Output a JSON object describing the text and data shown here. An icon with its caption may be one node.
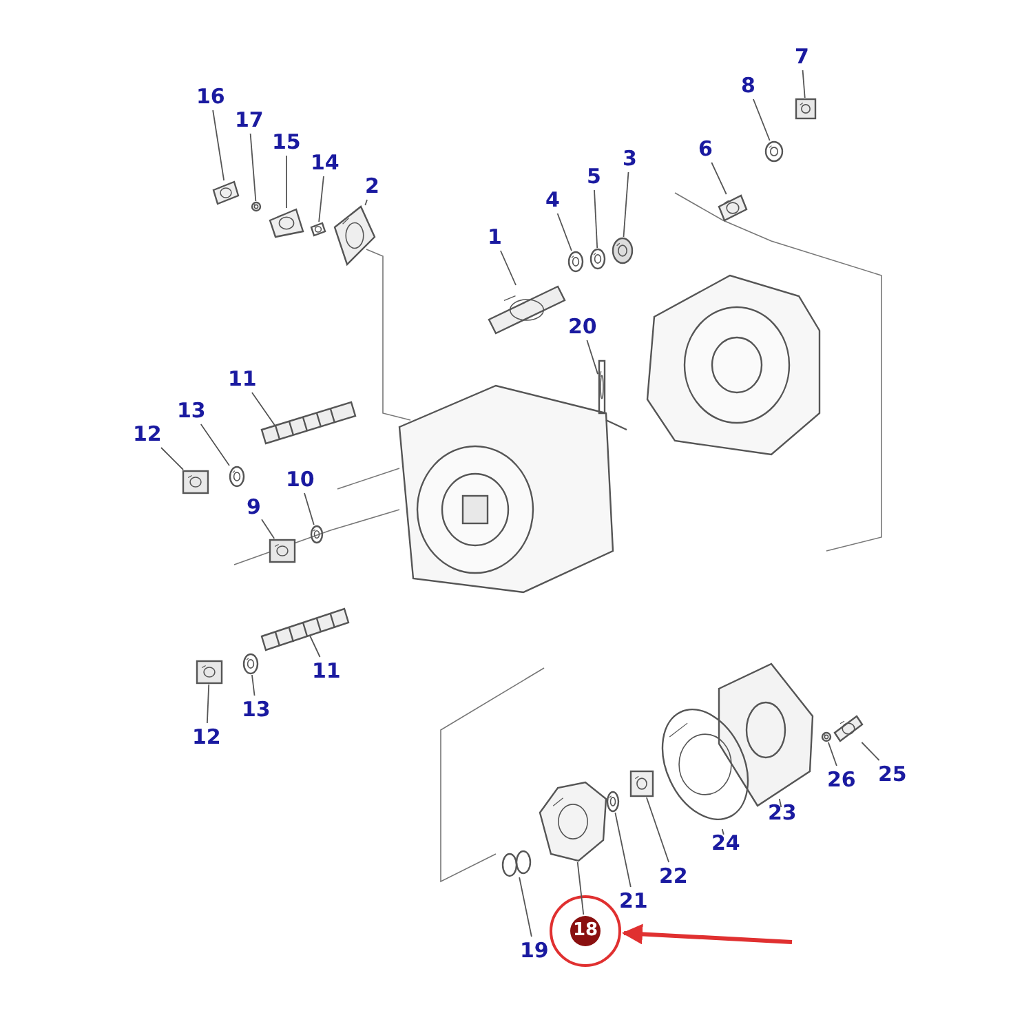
{
  "diagram": {
    "nodes": [
      {
        "text": [
          "7"
        ]
      },
      {
        "text": [
          "8"
        ]
      },
      {
        "text": [
          "16"
        ]
      },
      {
        "text": [
          "17"
        ]
      },
      {
        "text": [
          "15"
        ]
      },
      {
        "text": [
          "6"
        ]
      },
      {
        "text": [
          "3"
        ]
      },
      {
        "text": [
          "14"
        ]
      },
      {
        "text": [
          "5"
        ]
      },
      {
        "text": [
          "2"
        ]
      },
      {
        "text": [
          "4"
        ]
      },
      {
        "text": [
          "1"
        ]
      },
      {
        "text": [
          "20"
        ]
      },
      {
        "text": [
          "11"
        ]
      },
      {
        "text": [
          "13"
        ]
      },
      {
        "text": [
          "12"
        ]
      },
      {
        "text": [
          "10"
        ]
      },
      {
        "text": [
          "9"
        ]
      },
      {
        "text": [
          "11"
        ]
      },
      {
        "text": [
          "13"
        ]
      },
      {
        "text": [
          "12"
        ]
      },
      {
        "text": [
          "25"
        ]
      },
      {
        "text": [
          "26"
        ]
      },
      {
        "text": [
          "23"
        ]
      },
      {
        "text": [
          "24"
        ]
      },
      {
        "text": [
          "22"
        ]
      },
      {
        "text": [
          "21"
        ]
      },
      {
        "text": [
          "18"
        ]
      },
      {
        "text": [
          "19"
        ]
      },
      {
        "text": [],
        "shape": "picture"
      },
      {
        "text": [],
        "shape": "picture"
      },
      {
        "text": [],
        "shape": "picture"
      },
      {
        "text": [],
        "shape": "picture"
      },
      {
        "text": [],
        "shape": "picture"
      },
      {
        "text": [],
        "shape": "picture"
      },
      {
        "text": [],
        "shape": "picture"
      },
      {
        "text": [],
        "shape": "picture"
      },
      {
        "text": [],
        "shape": "picture"
      },
      {
        "text": [],
        "shape": "picture"
      },
      {
        "text": [],
        "shape": "picture"
      },
      {
        "text": [],
        "shape": "picture"
      },
      {
        "text": [],
        "shape": "picture"
      },
      {
        "text": [],
        "shape": "picture"
      },
      {
        "text": [],
        "shape": "picture"
      },
      {
        "text": [],
        "shape": "picture"
      },
      {
        "text": [],
        "shape": "picture"
      },
      {
        "text": [],
        "shape": "picture"
      },
      {
        "text": [],
        "shape": "picture"
      },
      {
        "text": [],
        "shape": "picture"
      },
      {
        "text": [],
        "shape": "picture"
      },
      {
        "text": [],
        "shape": "picture"
      },
      {
        "text": [],
        "shape": "picture"
      },
      {
        "text": [],
        "shape": "picture"
      },
      {
        "text": [],
        "shape": "picture"
      },
      {
        "text": [],
        "shape": "picture"
      },
      {
        "text": [],
        "shape": "picture"
      },
      {
        "text": [],
        "shape": "picture"
      },
      {
        "text": [],
        "shape": "picture"
      }
    ],
    "edges": [
      {
        "from": 0,
        "to": 29,
        "arrow": "none"
      },
      {
        "from": 1,
        "to": 30,
        "arrow": "none"
      },
      {
        "from": 2,
        "to": 31,
        "arrow": "none"
      },
      {
        "from": 3,
        "to": 32,
        "arrow": "none"
      },
      {
        "from": 4,
        "to": 33,
        "arrow": "none"
      },
      {
        "from": 5,
        "to": 34,
        "arrow": "none"
      },
      {
        "from": 6,
        "to": 35,
        "arrow": "none"
      },
      {
        "from": 7,
        "to": 36,
        "arrow": "none"
      },
      {
        "from": 8,
        "to": 37,
        "arrow": "none"
      },
      {
        "from": 9,
        "to": 38,
        "arrow": "none"
      },
      {
        "from": 10,
        "to": 39,
        "arrow": "none"
      },
      {
        "from": 11,
        "to": 40,
        "arrow": "none"
      },
      {
        "from": 12,
        "to": 41,
        "arrow": "none"
      },
      {
        "from": 13,
        "to": 42,
        "arrow": "none"
      },
      {
        "from": 14,
        "to": 43,
        "arrow": "none"
      },
      {
        "from": 15,
        "to": 44,
        "arrow": "none"
      },
      {
        "from": 16,
        "to": 45,
        "arrow": "none"
      },
      {
        "from": 17,
        "to": 46,
        "arrow": "none"
      },
      {
        "from": 18,
        "to": 47,
        "arrow": "none"
      },
      {
        "from": 19,
        "to": 48,
        "arrow": "none"
      },
      {
        "from": 20,
        "to": 49,
        "arrow": "none"
      },
      {
        "from": 21,
        "to": 50,
        "arrow": "none"
      },
      {
        "from": 22,
        "to": 51,
        "arrow": "none"
      },
      {
        "from": 23,
        "to": 52,
        "arrow": "none"
      },
      {
        "from": 24,
        "to": 53,
        "arrow": "none"
      },
      {
        "from": 25,
        "to": 54,
        "arrow": "none"
      },
      {
        "from": 26,
        "to": 55,
        "arrow": "none"
      },
      {
        "from": 27,
        "to": 56,
        "arrow": "none"
      },
      {
        "from": 28,
        "to": 57,
        "arrow": "none"
      },
      {
        "from": null,
        "to": 27,
        "arrow": "to",
        "style": "thick",
        "color": "#e03030"
      }
    ]
  }
}
